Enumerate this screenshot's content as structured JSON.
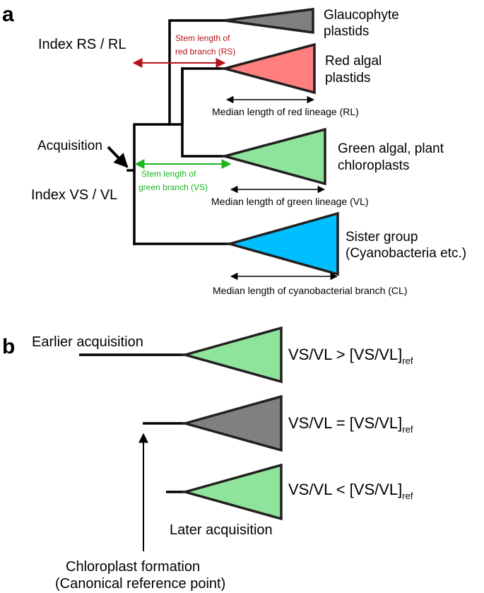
{
  "panel_a": {
    "label": "a",
    "clades": [
      {
        "line1": "Glaucophyte",
        "line2": "plastids",
        "color": "#808080"
      },
      {
        "line1": "Red algal",
        "line2": "plastids",
        "color": "#ff7f7f"
      },
      {
        "line1": "Green algal, plant",
        "line2": "chloroplasts",
        "color": "#8ee49a"
      },
      {
        "line1": "Sister group",
        "line2": "(Cyanobacteria etc.)",
        "color": "#00bfff"
      }
    ],
    "index_rs": {
      "text": "Index RS / RL",
      "color": "#b5121b"
    },
    "index_vs": {
      "text": "Index VS / VL",
      "color": "#1db524"
    },
    "stem_red": {
      "line1": "Stem length of",
      "line2": "red branch (RS)"
    },
    "stem_green": {
      "line1": "Stem length of",
      "line2": "green branch (VS)"
    },
    "acquisition": "Acquisition",
    "median_red": "Median length of red lineage (RL)",
    "median_green": "Median length of green lineage (VL)",
    "median_cyano": "Median length of cyanobacterial branch (CL)"
  },
  "panel_b": {
    "label": "b",
    "earlier": "Earlier acquisition",
    "later": "Later acquisition",
    "reference_line1": "Chloroplast formation",
    "reference_line2": "(Canonical reference point)",
    "formula_prefix": "VS/VL",
    "formula_rhs": "[VS/VL]",
    "formula_sub": "ref",
    "relations": [
      {
        "op": ">",
        "color": "#8ee49a"
      },
      {
        "op": "=",
        "color": "#808080"
      },
      {
        "op": "<",
        "color": "#8ee49a"
      }
    ]
  }
}
